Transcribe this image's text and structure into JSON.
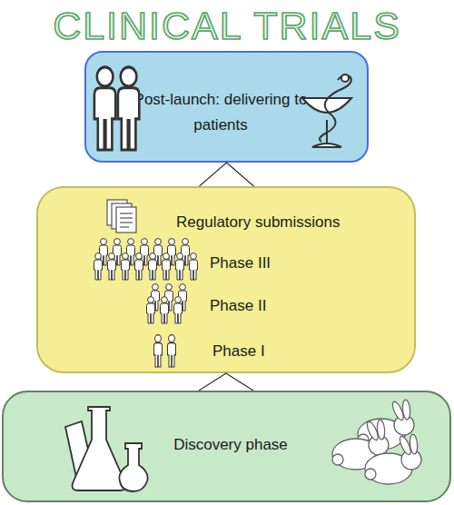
{
  "diagram": {
    "title": "CLINICAL TRIALS",
    "nodes": [
      {
        "text": [
          "Post-launch: delivering to patients"
        ]
      },
      {
        "text": [
          "Regulatory submissions",
          "Phase III",
          "Phase II",
          "Phase I"
        ]
      },
      {
        "text": [
          "Discovery phase"
        ]
      }
    ],
    "edges": [
      {
        "from": 2,
        "to": 1,
        "arrow": "to"
      },
      {
        "from": 1,
        "to": 0,
        "arrow": "to"
      }
    ]
  }
}
